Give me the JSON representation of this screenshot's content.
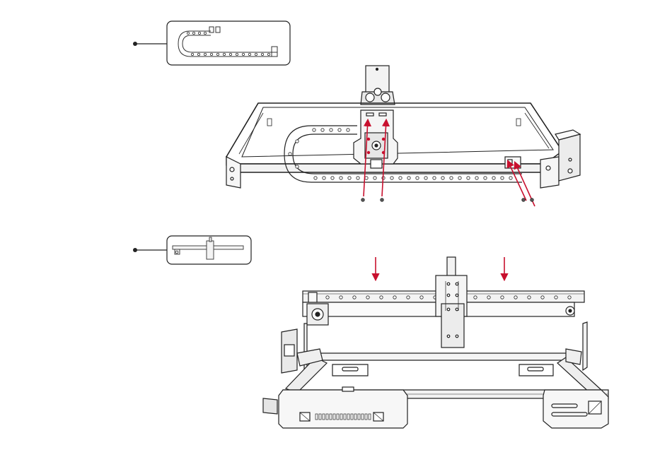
{
  "colors": {
    "line": "#222222",
    "metal": "#eeeeee",
    "metal_dark": "#cfcfcf",
    "accent_red": "#c8102e",
    "background": "#ffffff"
  },
  "steps": [
    {
      "callout_part": "drag-chain-u-loop",
      "arrow_count": 4,
      "screw_count": 4
    },
    {
      "callout_part": "x-axis-beam-assembly",
      "arrow_count": 2,
      "screw_count": 0
    }
  ],
  "icons": [
    "callout-dot-icon",
    "down-arrow-icon",
    "screw-icon"
  ]
}
